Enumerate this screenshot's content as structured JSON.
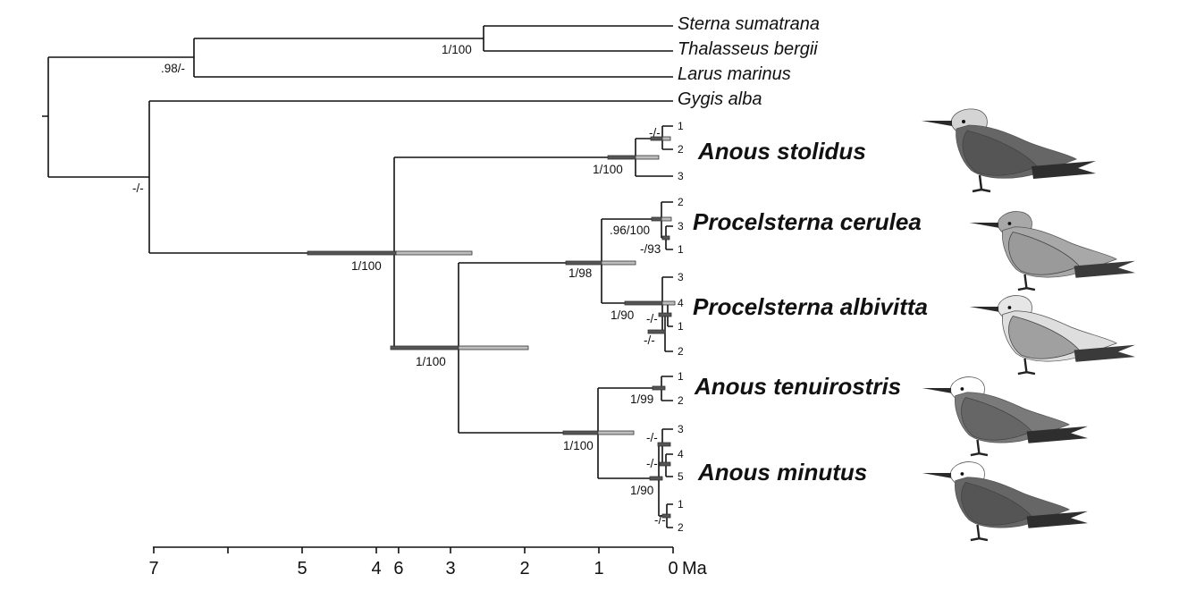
{
  "taxa": [
    {
      "key": "sternaSumatrana",
      "label": "Sterna sumatrana"
    },
    {
      "key": "thalasseusBergii",
      "label": "Thalasseus bergii"
    },
    {
      "key": "larusMarinus",
      "label": "Larus marinus"
    },
    {
      "key": "gygisAlba",
      "label": "Gygis alba"
    }
  ],
  "clades": [
    {
      "key": "stolidus",
      "label": "Anous stolidus"
    },
    {
      "key": "cerulea",
      "label": "Procelsterna cerulea"
    },
    {
      "key": "albivitta",
      "label": "Procelsterna albivitta"
    },
    {
      "key": "tenuirostris",
      "label": "Anous tenuirostris"
    },
    {
      "key": "minutus",
      "label": "Anous minutus"
    }
  ],
  "tip_numbers": [
    {
      "key": "sto1",
      "label": "1"
    },
    {
      "key": "sto2",
      "label": "2"
    },
    {
      "key": "sto3",
      "label": "3"
    },
    {
      "key": "cer2",
      "label": "2"
    },
    {
      "key": "cer3",
      "label": "3"
    },
    {
      "key": "cer1",
      "label": "1"
    },
    {
      "key": "alb3",
      "label": "3"
    },
    {
      "key": "alb4",
      "label": "4"
    },
    {
      "key": "alb1",
      "label": "1"
    },
    {
      "key": "alb2",
      "label": "2"
    },
    {
      "key": "ten1",
      "label": "1"
    },
    {
      "key": "ten2",
      "label": "2"
    },
    {
      "key": "min3",
      "label": "3"
    },
    {
      "key": "min4",
      "label": "4"
    },
    {
      "key": "min5",
      "label": "5"
    },
    {
      "key": "min1",
      "label": "1"
    },
    {
      "key": "min2",
      "label": "2"
    }
  ],
  "support_values": [
    {
      "key": "s_sternaThal",
      "label": "1/100"
    },
    {
      "key": "s_outgroup",
      "label": ".98/-"
    },
    {
      "key": "s_rootIngroup",
      "label": "-/-"
    },
    {
      "key": "s_noddies",
      "label": "1/100"
    },
    {
      "key": "s_sto12",
      "label": "-/-"
    },
    {
      "key": "s_sto",
      "label": "1/100"
    },
    {
      "key": "s_rest",
      "label": "1/100"
    },
    {
      "key": "s_proc",
      "label": "1/98"
    },
    {
      "key": "s_cer",
      "label": ".96/100"
    },
    {
      "key": "s_cer31",
      "label": "-/93"
    },
    {
      "key": "s_alb",
      "label": "1/90"
    },
    {
      "key": "s_alb41",
      "label": "-/-"
    },
    {
      "key": "s_alb412",
      "label": "-/-"
    },
    {
      "key": "s_tenmin",
      "label": "1/100"
    },
    {
      "key": "s_ten",
      "label": "1/99"
    },
    {
      "key": "s_min345",
      "label": "-/-"
    },
    {
      "key": "s_min45",
      "label": "-/-"
    },
    {
      "key": "s_min",
      "label": "1/90"
    },
    {
      "key": "s_min12",
      "label": "-/-"
    }
  ],
  "axis": {
    "unit": "Ma",
    "ticks": [
      {
        "value": 7,
        "label": "7"
      },
      {
        "value": 6,
        "label": ""
      },
      {
        "value": 5,
        "label": "5"
      },
      {
        "value": 4,
        "label": "4"
      },
      {
        "value": 3.7,
        "label": "6"
      },
      {
        "value": 3,
        "label": "3"
      },
      {
        "value": 2,
        "label": "2"
      },
      {
        "value": 1,
        "label": "1"
      },
      {
        "value": 0,
        "label": "0"
      }
    ]
  },
  "bird_icons": [
    {
      "key": "bird-stolidus",
      "body": "#666666",
      "head": "#d4d4d4",
      "wing": "#555555",
      "tail": "#2e2e2e"
    },
    {
      "key": "bird-cerulea",
      "body": "#a8a8a8",
      "head": "#a8a8a8",
      "wing": "#9a9a9a",
      "tail": "#3a3a3a"
    },
    {
      "key": "bird-albivitta",
      "body": "#dedede",
      "head": "#e6e6e6",
      "wing": "#a0a0a0",
      "tail": "#3a3a3a"
    },
    {
      "key": "bird-tenuirostris",
      "body": "#7a7a7a",
      "head": "#ffffff",
      "wing": "#666666",
      "tail": "#2e2e2e"
    },
    {
      "key": "bird-minutus",
      "body": "#666666",
      "head": "#ffffff",
      "wing": "#555555",
      "tail": "#2e2e2e"
    }
  ]
}
